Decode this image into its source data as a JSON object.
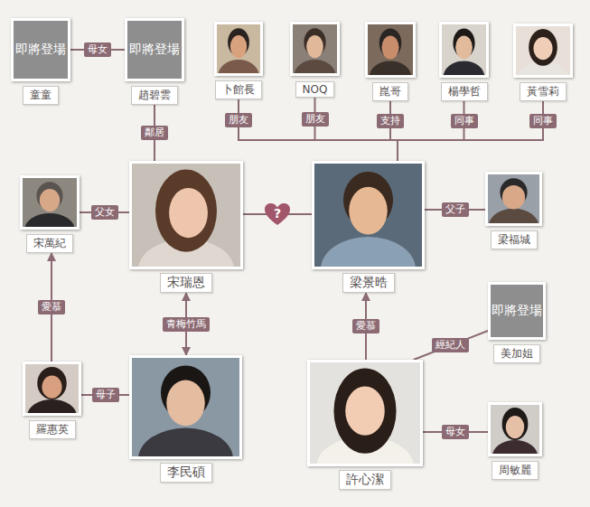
{
  "diagram": {
    "nodes": [
      {
        "text": [
          "即將登場",
          "童童"
        ]
      },
      {
        "text": [
          "即將登場",
          "趙碧雲"
        ]
      },
      {
        "text": [
          "卜館長"
        ]
      },
      {
        "text": [
          "NOQ"
        ]
      },
      {
        "text": [
          "崑哥"
        ]
      },
      {
        "text": [
          "楊學哲"
        ]
      },
      {
        "text": [
          "黃雪莉"
        ]
      },
      {
        "text": [
          "宋萬紀"
        ]
      },
      {
        "text": [
          "宋瑞恩"
        ]
      },
      {
        "text": [
          "梁景晧"
        ]
      },
      {
        "text": [
          "梁福城"
        ]
      },
      {
        "text": [
          "即將登場",
          "美加姐"
        ]
      },
      {
        "text": [
          "羅惠英"
        ]
      },
      {
        "text": [
          "李民碩"
        ]
      },
      {
        "text": [
          "許心潔"
        ]
      },
      {
        "text": [
          "周敏麗"
        ]
      }
    ],
    "edges": [
      {
        "from": 0,
        "to": 1,
        "label": "母女",
        "arrow": "none"
      },
      {
        "from": 1,
        "to": 8,
        "label": "鄰居",
        "arrow": "none"
      },
      {
        "from": 2,
        "to": 9,
        "label": "朋友",
        "arrow": "none"
      },
      {
        "from": 3,
        "to": 9,
        "label": "朋友",
        "arrow": "none"
      },
      {
        "from": 4,
        "to": 9,
        "label": "支持",
        "arrow": "none"
      },
      {
        "from": 5,
        "to": 9,
        "label": "同事",
        "arrow": "none"
      },
      {
        "from": 6,
        "to": 9,
        "label": "同事",
        "arrow": "none"
      },
      {
        "from": 7,
        "to": 8,
        "label": "父女",
        "arrow": "none"
      },
      {
        "from": 8,
        "to": 9,
        "label": "?",
        "arrow": "none"
      },
      {
        "from": 9,
        "to": 10,
        "label": "父子",
        "arrow": "none"
      },
      {
        "from": 12,
        "to": 7,
        "label": "愛慕",
        "arrow": "to"
      },
      {
        "from": 8,
        "to": 13,
        "label": "青梅竹馬",
        "arrow": "both"
      },
      {
        "from": 14,
        "to": 9,
        "label": "愛慕",
        "arrow": "to"
      },
      {
        "from": 14,
        "to": 11,
        "label": "經紀人",
        "arrow": "none"
      },
      {
        "from": 12,
        "to": 13,
        "label": "母子",
        "arrow": "none"
      },
      {
        "from": 14,
        "to": 15,
        "label": "母女",
        "arrow": "none"
      }
    ]
  }
}
